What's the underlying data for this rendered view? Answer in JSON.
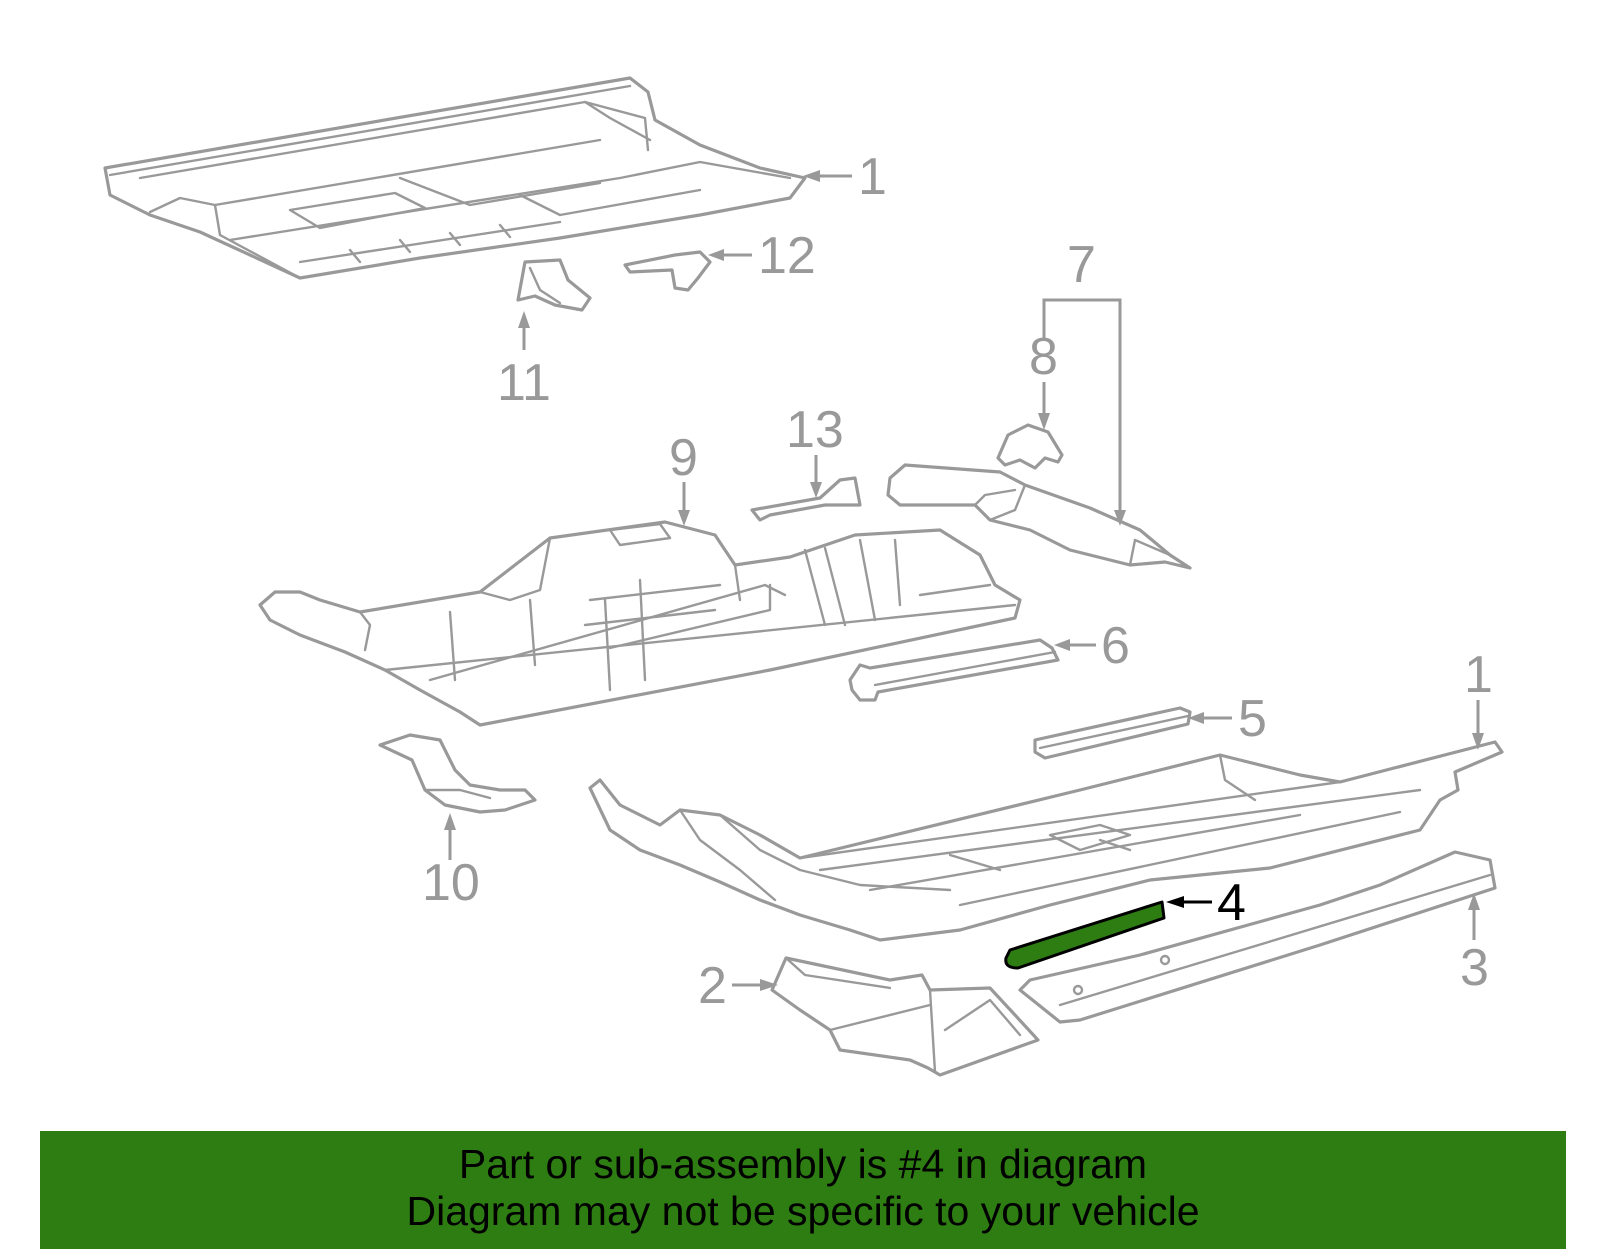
{
  "diagram": {
    "highlight_color": "#2e7d13",
    "line_color": "#999999",
    "callouts": {
      "c1_top": "1",
      "c12": "12",
      "c11": "11",
      "c7": "7",
      "c8": "8",
      "c13": "13",
      "c9": "9",
      "c6": "6",
      "c1_bottom": "1",
      "c5": "5",
      "c10": "10",
      "c4": "4",
      "c2": "2",
      "c3": "3"
    }
  },
  "banner": {
    "color": "#2e7d13",
    "line1": "Part or sub-assembly is #4 in diagram",
    "line2": "Diagram may not be specific to your vehicle"
  }
}
